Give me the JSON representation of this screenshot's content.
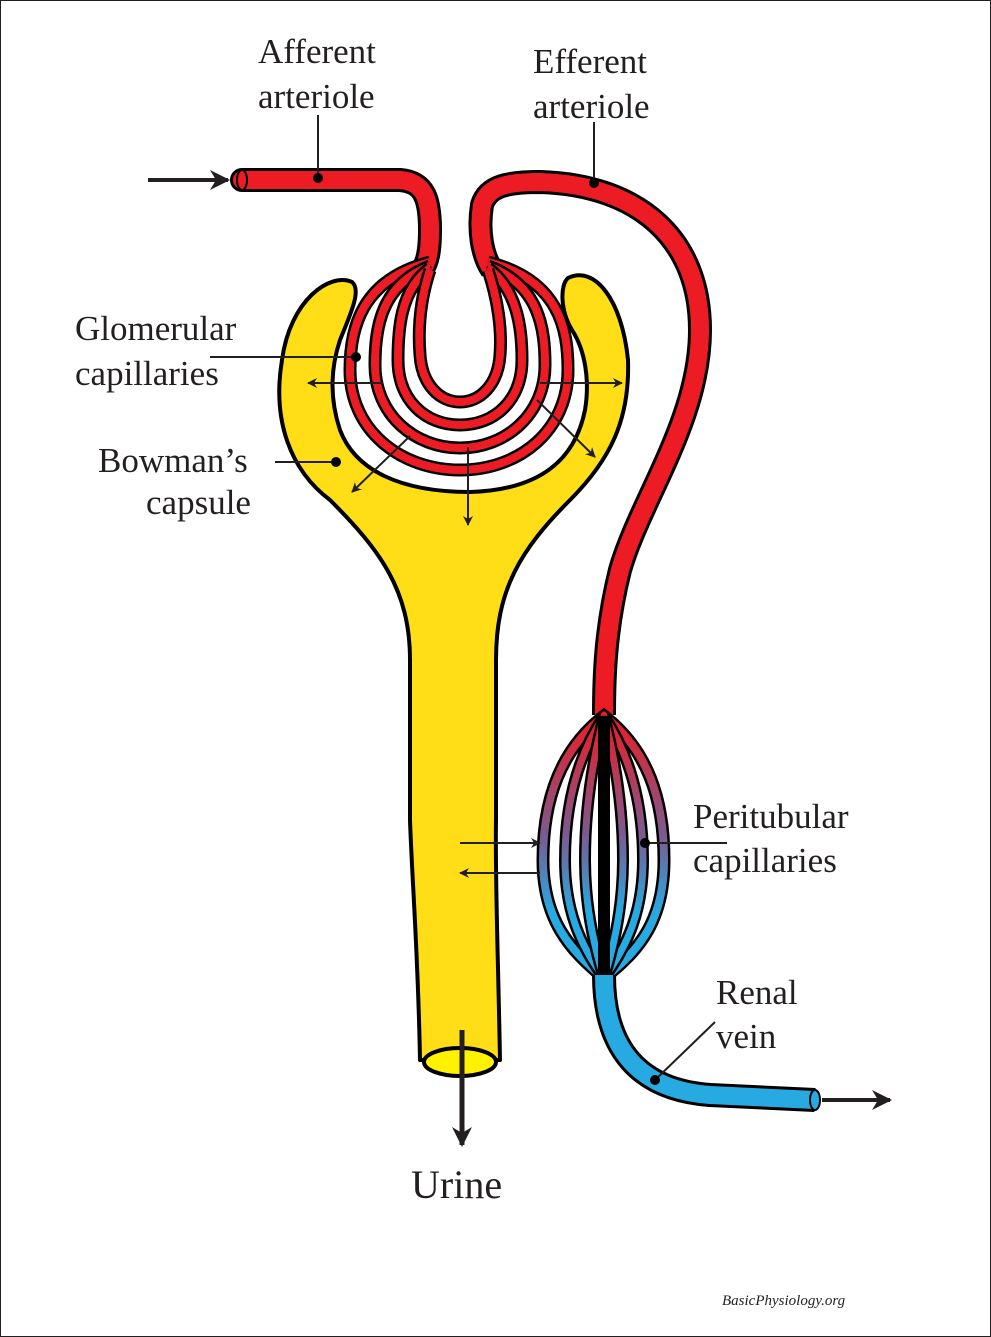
{
  "diagram": {
    "title": "Nephron blood supply: glomerular and peritubular capillaries",
    "labels": {
      "afferent_line1": "Afferent",
      "afferent_line2": "arteriole",
      "efferent_line1": "Efferent",
      "efferent_line2": "arteriole",
      "glomerular_line1": "Glomerular",
      "glomerular_line2": "capillaries",
      "bowman_line1": "Bowman’s",
      "bowman_line2": "capsule",
      "peritubular_line1": "Peritubular",
      "peritubular_line2": "capillaries",
      "renal_line1": "Renal",
      "renal_line2": "vein",
      "urine": "Urine"
    },
    "credit": "BasicPhysiology.org",
    "colors": {
      "arteriole_red": "#ed1c24",
      "vein_blue": "#27aae1",
      "tubule_yellow": "#ffde17",
      "outline": "#231f20"
    }
  }
}
